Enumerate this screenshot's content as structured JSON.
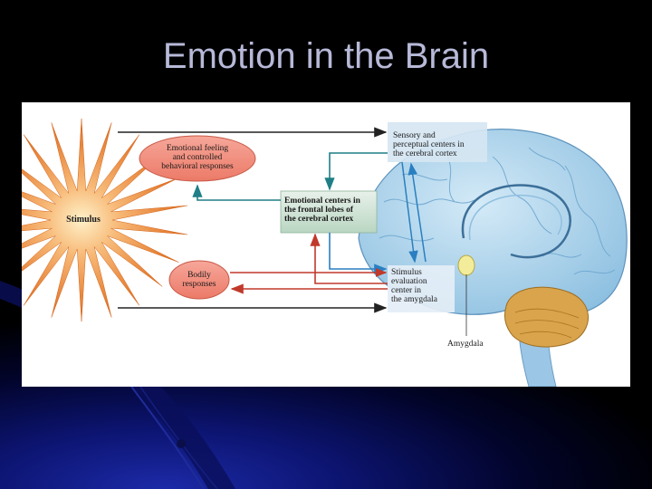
{
  "slide": {
    "title": "Emotion in the Brain"
  },
  "diagram": {
    "stimulus": "Stimulus",
    "emotional_feeling": "Emotional feeling and controlled behavioral responses",
    "emotional_feeling_lines": [
      "Emotional feeling",
      "and controlled",
      "behavioral responses"
    ],
    "bodily_responses_lines": [
      "Bodily",
      "responses"
    ],
    "emotional_centers_lines": [
      "Emotional centers in",
      "the frontal lobes of",
      "the cerebral cortex"
    ],
    "sensory_lines": [
      "Sensory and",
      "perceptual centers in",
      "the cerebral cortex"
    ],
    "stimulus_eval_lines": [
      "Stimulus",
      "evaluation",
      "center in",
      "the amygdala"
    ],
    "amygdala": "Amygdala"
  },
  "colors": {
    "background": "#000000",
    "title": "#b7b9d8",
    "stimulus_burst": "#e07a2a",
    "salmon_box": "#f08a78",
    "emotional_centers_box": "#cfe3d6",
    "sensory_box": "#cde0ee",
    "brain": "#a9cfe8",
    "arrow_dark": "#222222",
    "arrow_teal": "#1f7f86",
    "arrow_blue": "#2a7fc0",
    "arrow_red": "#c0392b"
  }
}
